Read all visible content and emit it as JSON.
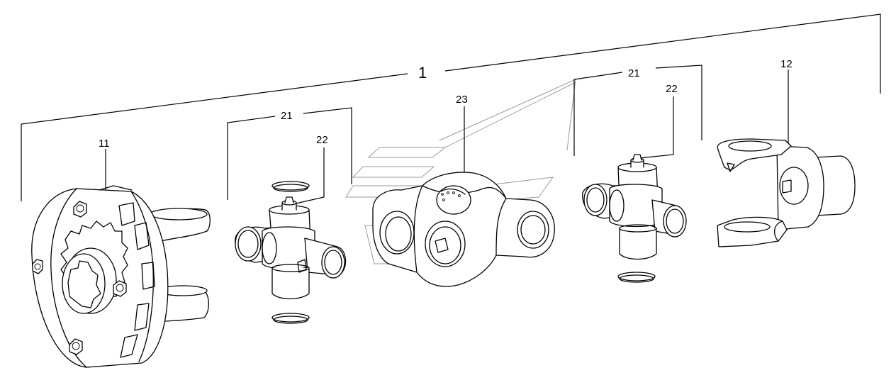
{
  "callouts": {
    "assembly": "1",
    "flange_yoke": "11",
    "yoke": "12",
    "cross_kit_left": "21",
    "cross_kit_right": "21",
    "spider_left": "22",
    "spider_right": "22",
    "center_housing": "23"
  },
  "colors": {
    "ink": "#000000",
    "watermark": "#9a9a9a",
    "paper": "#ffffff"
  }
}
